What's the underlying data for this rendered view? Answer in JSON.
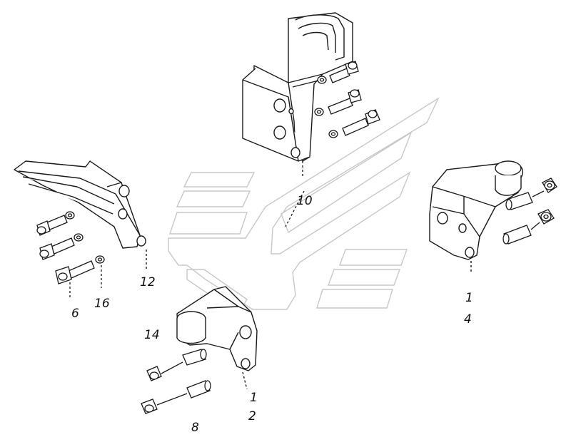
{
  "callouts": {
    "c10": "10",
    "c12": "12",
    "c6": "6",
    "c16": "16",
    "c14": "14",
    "c1_front": "1",
    "c2": "2",
    "c8": "8",
    "c1_right": "1",
    "c4": "4"
  },
  "colors": {
    "line": "#1a1a1a",
    "watermark": "#c8c8c8",
    "paper": "#ffffff"
  },
  "icons": {
    "watermark": "kamaz-logo-watermark"
  }
}
